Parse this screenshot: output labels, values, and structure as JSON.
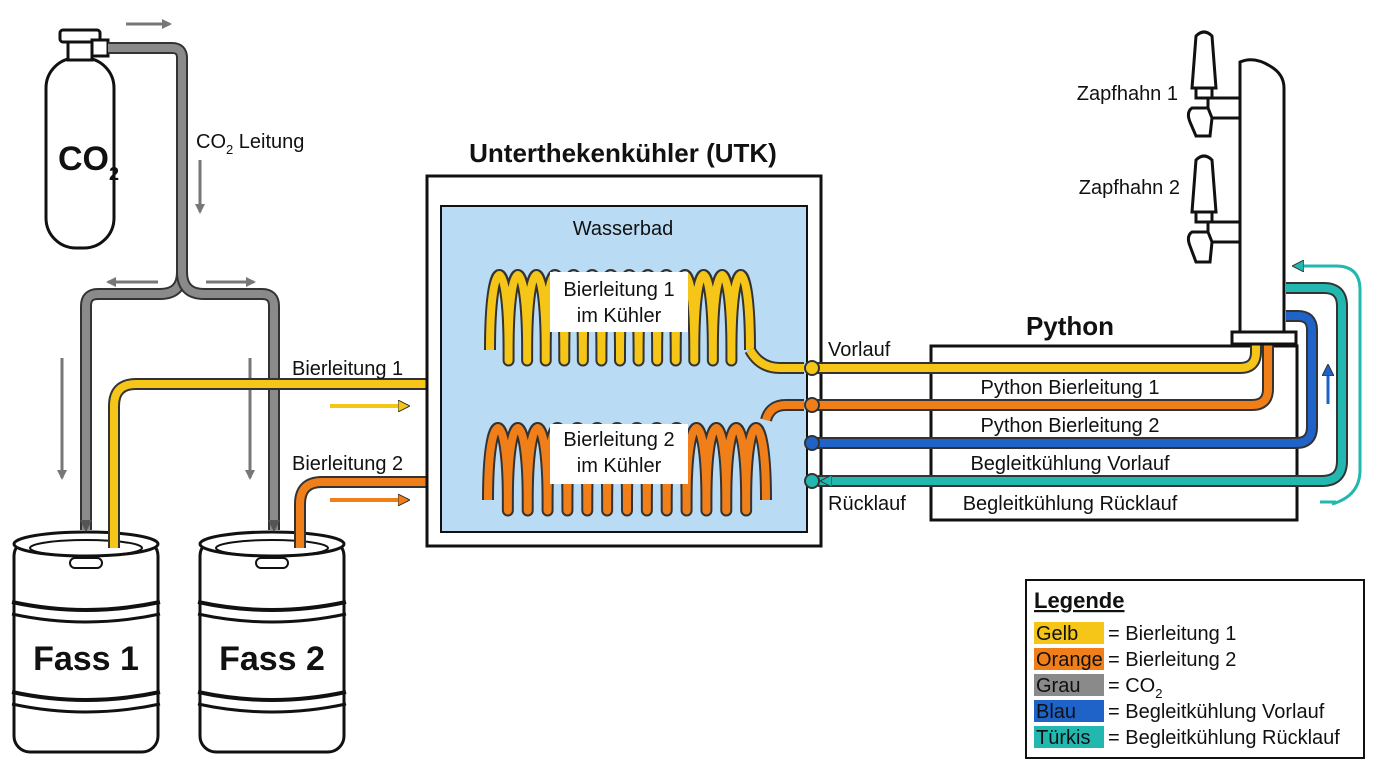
{
  "cylinder": {
    "label": "CO",
    "sub": "2"
  },
  "co2_line": {
    "label": "CO",
    "sub": "2",
    "label_rest": " Leitung"
  },
  "kegs": [
    {
      "label": "Fass 1"
    },
    {
      "label": "Fass 2"
    }
  ],
  "beer_lines": [
    {
      "label": "Bierleitung 1"
    },
    {
      "label": "Bierleitung 2"
    }
  ],
  "cooler": {
    "title": "Unterthekenkühler (UTK)",
    "water": "Wasserbad",
    "coil1": {
      "line1": "Bierleitung 1",
      "line2": "im Kühler"
    },
    "coil2": {
      "line1": "Bierleitung 2",
      "line2": "im Kühler"
    },
    "vorlauf": "Vorlauf",
    "ruecklauf": "Rücklauf"
  },
  "python": {
    "title": "Python",
    "rows": [
      "Python Bierleitung 1",
      "Python Bierleitung 2",
      "Begleitkühlung Vorlauf",
      "Begleitkühlung Rücklauf"
    ]
  },
  "taps": [
    {
      "label": "Zapfhahn 1"
    },
    {
      "label": "Zapfhahn 2"
    }
  ],
  "legend": {
    "title": "Legende",
    "items": [
      {
        "swatch": "Gelb",
        "color": "#f5c518",
        "desc": "= Bierleitung 1"
      },
      {
        "swatch": "Orange",
        "color": "#f07f1a",
        "desc": "= Bierleitung 2"
      },
      {
        "swatch": "Grau",
        "color": "#8a8a8a",
        "desc": "= CO",
        "desc_sub": "2"
      },
      {
        "swatch": "Blau",
        "color": "#1f63c9",
        "desc": "= Begleitkühlung Vorlauf"
      },
      {
        "swatch": "Türkis",
        "color": "#22b8b0",
        "desc": "= Begleitkühlung Rücklauf"
      }
    ]
  },
  "colors": {
    "yellow": "#f5c518",
    "orange": "#f07f1a",
    "gray": "#8a8a8a",
    "blue": "#1f63c9",
    "teal": "#22b8b0",
    "water": "#b9dcf4"
  }
}
